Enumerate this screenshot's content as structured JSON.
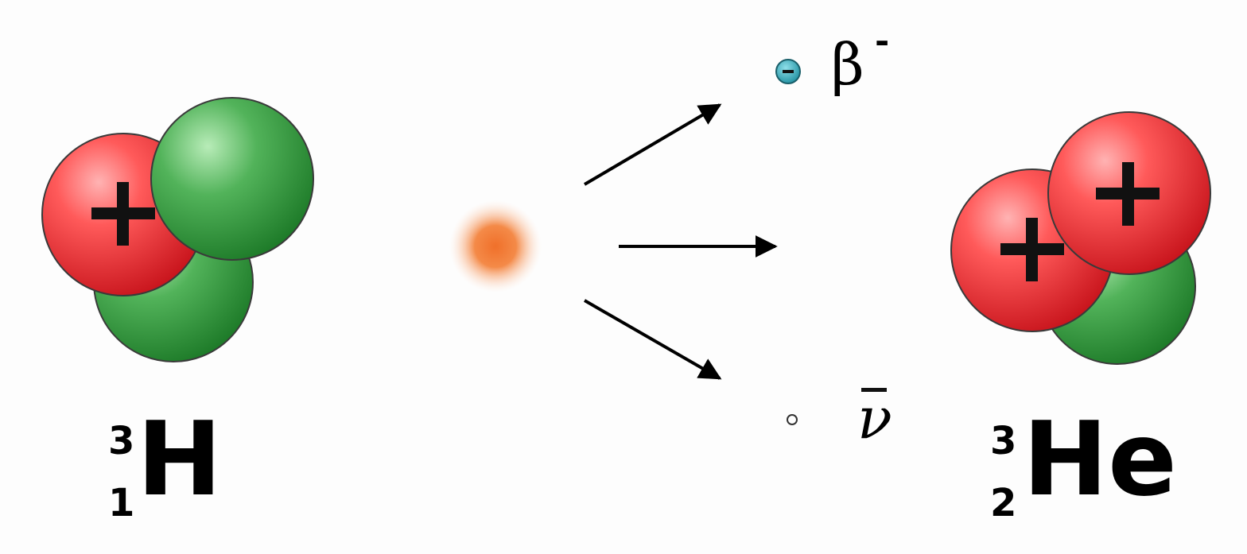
{
  "reaction": {
    "parent": {
      "mass_number": "3",
      "atomic_number": "1",
      "symbol": "H"
    },
    "daughter": {
      "mass_number": "3",
      "atomic_number": "2",
      "symbol": "He"
    },
    "products": {
      "beta": {
        "symbol": "β",
        "charge": "-"
      },
      "antineutrino": {
        "symbol": "ν"
      }
    }
  },
  "colors": {
    "proton": "#e8202a",
    "neutron": "#2e9a3a",
    "electron": "#2aa6b8",
    "decay_flash": "#f07a30"
  },
  "icons": [
    "proton-plus-icon",
    "electron-minus-icon",
    "arrow-icon"
  ]
}
